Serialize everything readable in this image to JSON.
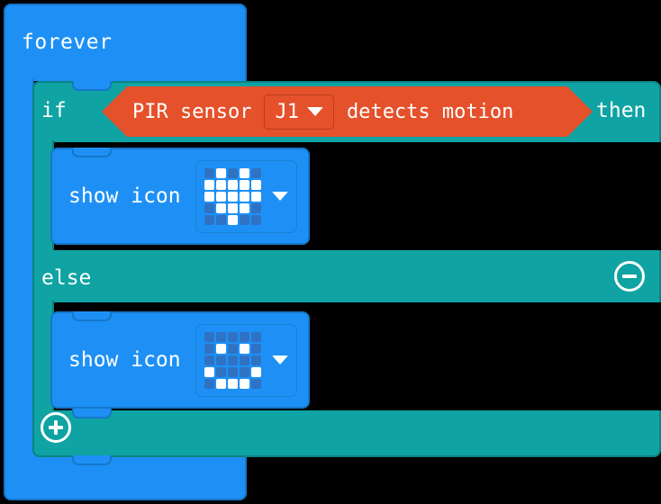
{
  "editor": {
    "name": "microsoft-makecode-block-editor",
    "background": "#000000"
  },
  "colors": {
    "loop_blue": "#1E90F5",
    "loop_blue_border": "#1477C9",
    "logic_teal": "#0FA3A3",
    "logic_teal_border": "#0C8383",
    "sensor_orange": "#E4512B",
    "sensor_orange_border": "#B93C1C",
    "led_on": "#FFFFFF",
    "led_off": "#2F72C4",
    "text_white": "#FFFFFF"
  },
  "blocks": {
    "forever": {
      "label": "forever"
    },
    "conditional": {
      "if_label": "if",
      "then_label": "then",
      "else_label": "else",
      "add_button_name": "add-else-if-button",
      "remove_button_name": "remove-else-button",
      "add_glyph": "+",
      "remove_glyph": "−"
    },
    "condition": {
      "prefix_label": "PIR sensor",
      "dropdown_value": "J1",
      "dropdown_options": [
        "J1"
      ],
      "suffix_label": "detects motion"
    },
    "then_branch": {
      "statement_label": "show icon",
      "icon_name": "heart",
      "icon_pattern": [
        [
          0,
          1,
          0,
          1,
          0
        ],
        [
          1,
          1,
          1,
          1,
          1
        ],
        [
          1,
          1,
          1,
          1,
          1
        ],
        [
          0,
          1,
          1,
          1,
          0
        ],
        [
          0,
          0,
          1,
          0,
          0
        ]
      ]
    },
    "else_branch": {
      "statement_label": "show icon",
      "icon_name": "sad-face",
      "icon_pattern": [
        [
          0,
          0,
          0,
          0,
          0
        ],
        [
          0,
          1,
          0,
          1,
          0
        ],
        [
          0,
          0,
          0,
          0,
          0
        ],
        [
          1,
          0,
          0,
          0,
          1
        ],
        [
          0,
          1,
          1,
          1,
          0
        ]
      ]
    }
  }
}
